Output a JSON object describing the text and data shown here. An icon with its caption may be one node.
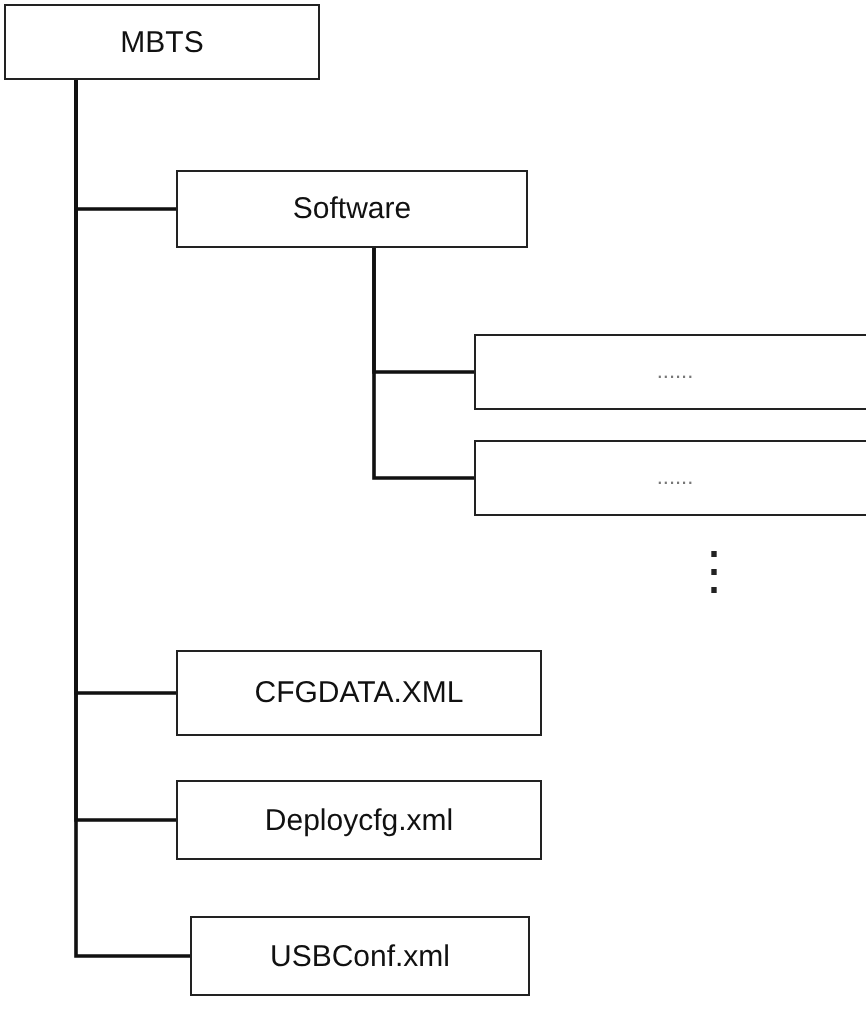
{
  "diagram": {
    "nodes": [
      {
        "text": [
          "MBTS"
        ]
      },
      {
        "text": [
          "Software"
        ]
      },
      {
        "text": [
          "......"
        ]
      },
      {
        "text": [
          "......"
        ]
      },
      {
        "text": [
          "CFGDATA.XML"
        ]
      },
      {
        "text": [
          "Deploycfg.xml"
        ]
      },
      {
        "text": [
          "USBConf.xml"
        ]
      }
    ],
    "edges": [
      {
        "from": 0,
        "to": 1,
        "arrow": "none"
      },
      {
        "from": 1,
        "to": 2,
        "arrow": "none"
      },
      {
        "from": 1,
        "to": 3,
        "arrow": "none"
      },
      {
        "from": 0,
        "to": 4,
        "arrow": "none"
      },
      {
        "from": 0,
        "to": 5,
        "arrow": "none"
      },
      {
        "from": 0,
        "to": 6,
        "arrow": "none"
      }
    ],
    "labels": [
      "⋮"
    ]
  }
}
